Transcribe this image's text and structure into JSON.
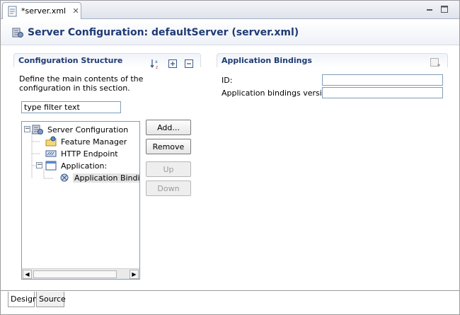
{
  "editor_tab": {
    "label": "*server.xml",
    "close": "✕"
  },
  "header": {
    "title": "Server Configuration: defaultServer (server.xml)"
  },
  "config_structure": {
    "title": "Configuration Structure",
    "description": "Define the main contents of the configuration in this section.",
    "filter": {
      "value": "type filter text"
    },
    "tree": [
      {
        "label": "Server Configuration",
        "icon": "server-config-icon",
        "toggle": "−"
      },
      {
        "label": "Feature Manager",
        "icon": "feature-manager-icon"
      },
      {
        "label": "HTTP Endpoint",
        "icon": "http-endpoint-icon"
      },
      {
        "label": "Application:",
        "icon": "application-icon",
        "toggle": "−"
      },
      {
        "label": "Application Bindings",
        "icon": "bindings-icon",
        "selected": true
      }
    ],
    "buttons": {
      "add": "Add...",
      "remove": "Remove",
      "up": "Up",
      "down": "Down"
    }
  },
  "app_bindings": {
    "title": "Application Bindings",
    "fields": [
      {
        "label": "ID:",
        "value": ""
      },
      {
        "label": "Application bindings version:",
        "value": ""
      }
    ]
  },
  "bottom_tabs": {
    "design": "Design",
    "source": "Source"
  }
}
